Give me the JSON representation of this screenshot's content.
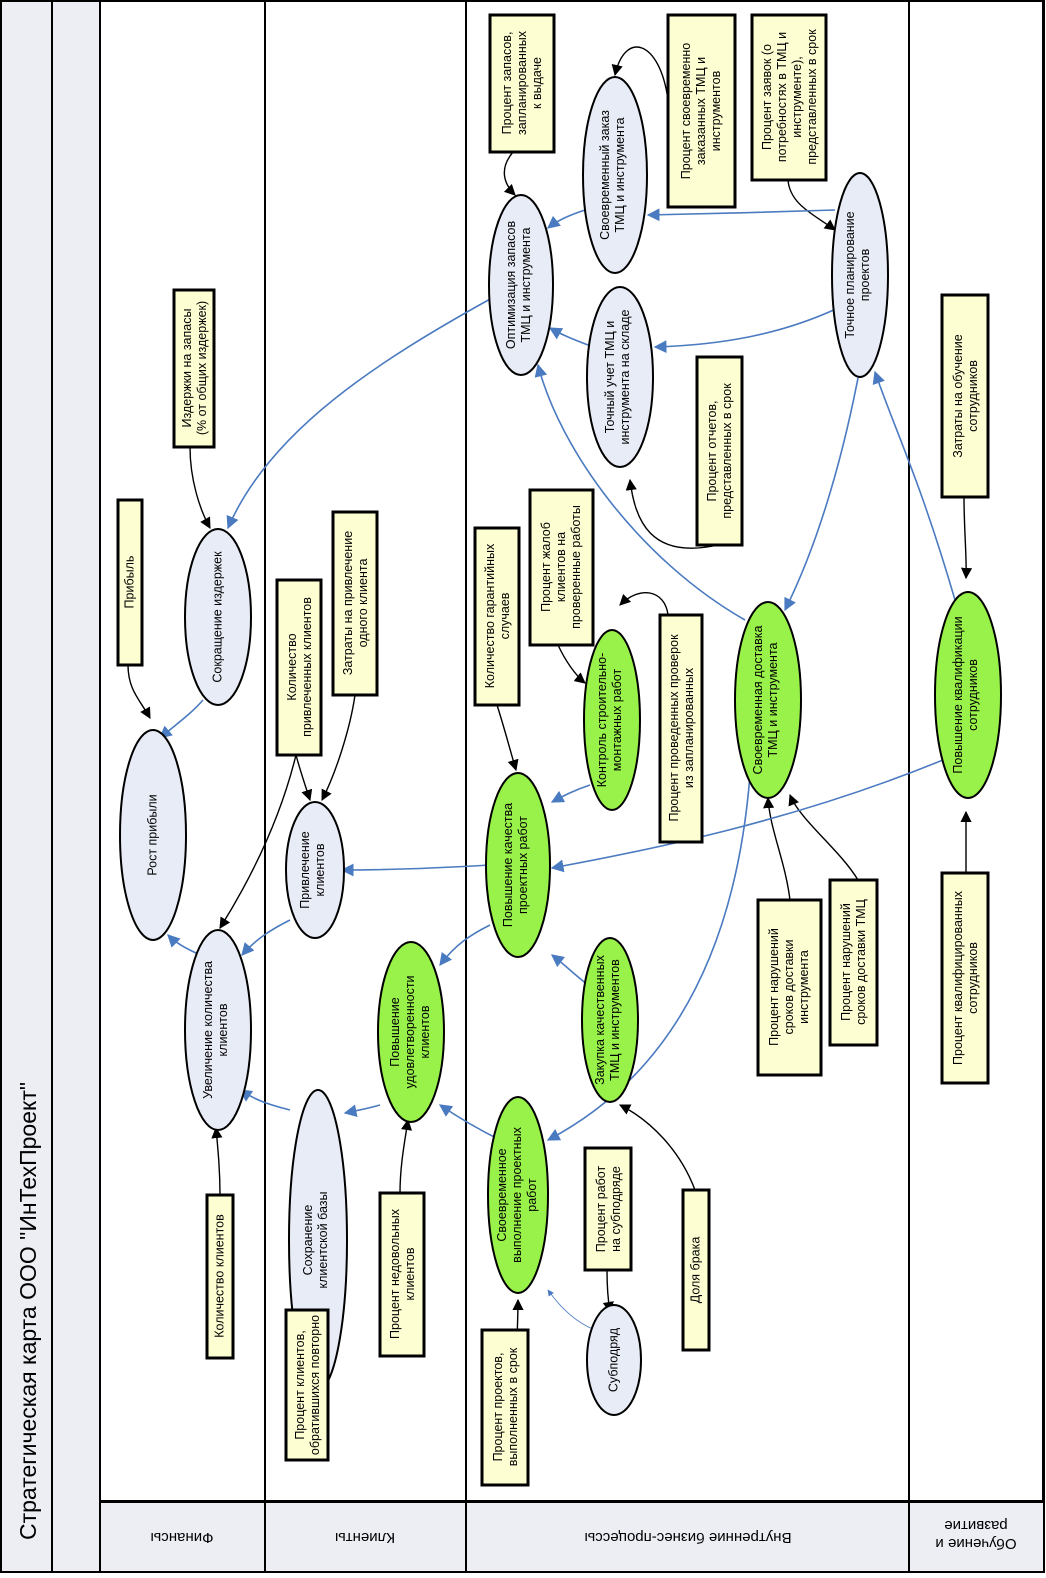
{
  "title": "Стратегическая карта ООО \"ИнТехПроект\"",
  "perspectives": [
    {
      "id": "finance",
      "label": "Финансы"
    },
    {
      "id": "clients",
      "label": "Клиенты"
    },
    {
      "id": "processes",
      "label": "Внутренние бизнес-процессы"
    },
    {
      "id": "learning",
      "label": "Обучение и развитие"
    }
  ],
  "objectives": {
    "profit_growth": "Рост прибыли",
    "cost_reduction": "Сокращение издержек",
    "client_count_increase": "Увеличение количества клиентов",
    "client_attraction": "Привлечение клиентов",
    "client_base_retention": "Сохранение клиентской базы",
    "satisfaction": "Повышение удовлетворенности клиентов",
    "inventory_optimization": "Оптимизация запасов ТМЦ и инструмента",
    "timely_order": "Своевременный заказ ТМЦ и инструмента",
    "accurate_planning": "Точное планирование проектов",
    "accurate_accounting": "Точный учет ТМЦ и инструмента на складе",
    "construction_control": "Контроль строительно-монтажных работ",
    "timely_delivery": "Своевременная доставка ТМЦ и инструмента",
    "qualification": "Повышение квалификации сотрудников",
    "quality_improvement": "Повышение качества проектных работ",
    "quality_purchase": "Закупка качественных ТМЦ и инструментов",
    "timely_execution": "Своевременное выполнение проектных работ",
    "subcontract": "Субподряд"
  },
  "indicators": {
    "profit": "Прибыль",
    "inventory_costs": "Издержки на запасы (% от общих издержек)",
    "clients_attracted": "Количество привлеченных клиентов",
    "attraction_cost": "Затраты на привлечение одного клиента",
    "client_count": "Количество клиентов",
    "repeat_clients": "Процент клиентов, обратившихся повторно",
    "dissatisfied": "Процент недовольных клиентов",
    "stock_planned": "Процент запасов, запланированных к выдаче",
    "timely_ordered": "Процент своевременно заказанных ТМЦ и инструментов",
    "requests_on_time": "Процент заявок (о потребностях в ТМЦ и инструменте), представленных в срок",
    "reports_on_time": "Процент отчетов, представленных в срок",
    "warranty_cases": "Количество гарантийных случаев",
    "complaints": "Процент жалоб клиентов на проверенные работы",
    "inspections": "Процент проведенных проверок из запланированных",
    "tool_delivery_violations": "Процент нарушений сроков доставки инструмента",
    "tmc_delivery_violations": "Процент нарушений сроков доставки ТМЦ",
    "subcontract_share": "Процент работ на субподряде",
    "defect_share": "Доля брака",
    "projects_on_time": "Процент проектов, выполненных в срок",
    "training_costs": "Затраты на обучение сотрудников",
    "qualified_staff": "Процент квалифицированных сотрудников"
  },
  "colors": {
    "frame": "#eceef4",
    "objective_blue": "#e8ecf6",
    "objective_green": "#98f24a",
    "indicator_box": "#fdfed2",
    "link_blue": "#4a7ac0",
    "link_black": "#000000"
  }
}
